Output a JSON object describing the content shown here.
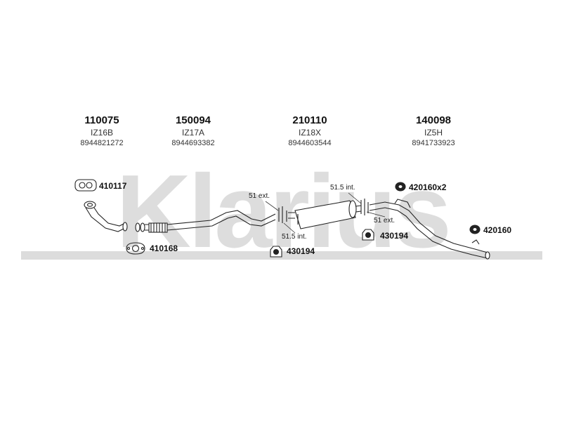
{
  "watermark": {
    "text": "Klarius",
    "color": "#d9d9d9"
  },
  "parts": [
    {
      "number": "110075",
      "code": "IZ16B",
      "oe": "8944821272"
    },
    {
      "number": "150094",
      "code": "IZ17A",
      "oe": "8944693382"
    },
    {
      "number": "210110",
      "code": "IZ18X",
      "oe": "8944603544"
    },
    {
      "number": "140098",
      "code": "IZ5H",
      "oe": "8941733923"
    }
  ],
  "fittings": {
    "gasket_top": "410117",
    "gasket_bottom": "410168",
    "mount_center": "430194",
    "mount_right": "430194",
    "rubber_top": "420160x2",
    "rubber_right": "420160"
  },
  "dimensions": {
    "left_ext": "51 ext.",
    "left_int": "51.5 int.",
    "right_int": "51.5 int.",
    "right_ext": "51 ext."
  },
  "colors": {
    "line": "#222222",
    "fill": "#ffffff"
  }
}
